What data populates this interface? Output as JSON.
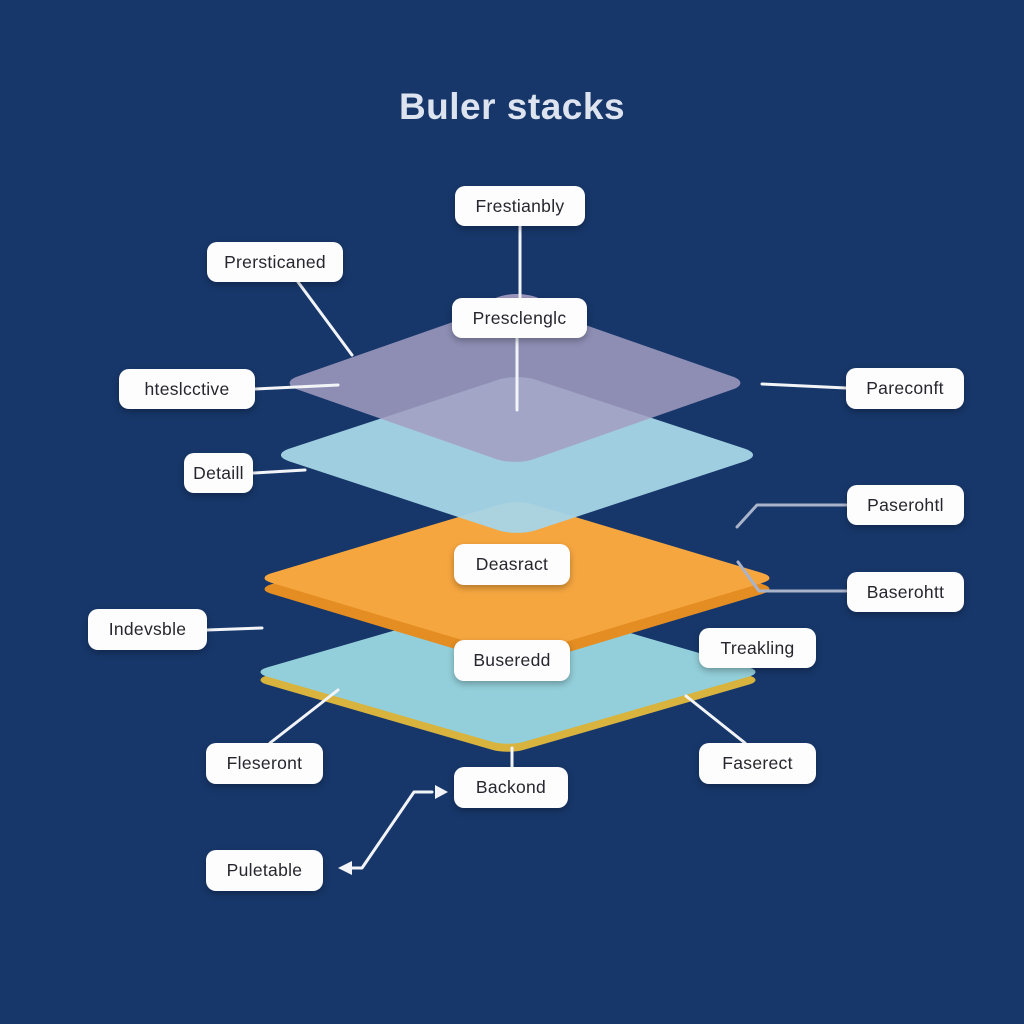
{
  "title": "Buler stacks",
  "labels": {
    "frestianbly": "Frestianbly",
    "prersticaned": "Prersticaned",
    "presclenglc": "Presclenglc",
    "hteslcctive": "hteslcctive",
    "pareconft": "Pareconft",
    "detaill": "Detaill",
    "paserohtl": "Paserohtl",
    "baserohtt": "Baserohtt",
    "deasract": "Deasract",
    "indevsble": "Indevsble",
    "buseredd": "Buseredd",
    "treakling": "Treakling",
    "fleseront": "Fleseront",
    "faserect": "Faserect",
    "backond": "Backond",
    "puletable": "Puletable"
  },
  "colors": {
    "background": "#17376a",
    "layer_purple": "#a39dc2",
    "purple_dome": "#9d97bd",
    "layer_blue": "#a7d4e6",
    "layer_orange": "#f6a63f",
    "layer_orange_edge": "#e38d22",
    "layer_teal": "#93cfda",
    "layer_teal_edge": "#d8b33e",
    "label_bg": "#fdfdfe",
    "label_text": "#26262e",
    "title_color": "#dde4f0",
    "connector_white": "#f2f4f8",
    "connector_gray": "#a9b3c9"
  },
  "layers": [
    {
      "position": "top",
      "color_key": "layer_purple"
    },
    {
      "position": "second",
      "color_key": "layer_blue"
    },
    {
      "position": "third",
      "color_key": "layer_orange"
    },
    {
      "position": "bottom",
      "color_key": "layer_teal"
    }
  ]
}
